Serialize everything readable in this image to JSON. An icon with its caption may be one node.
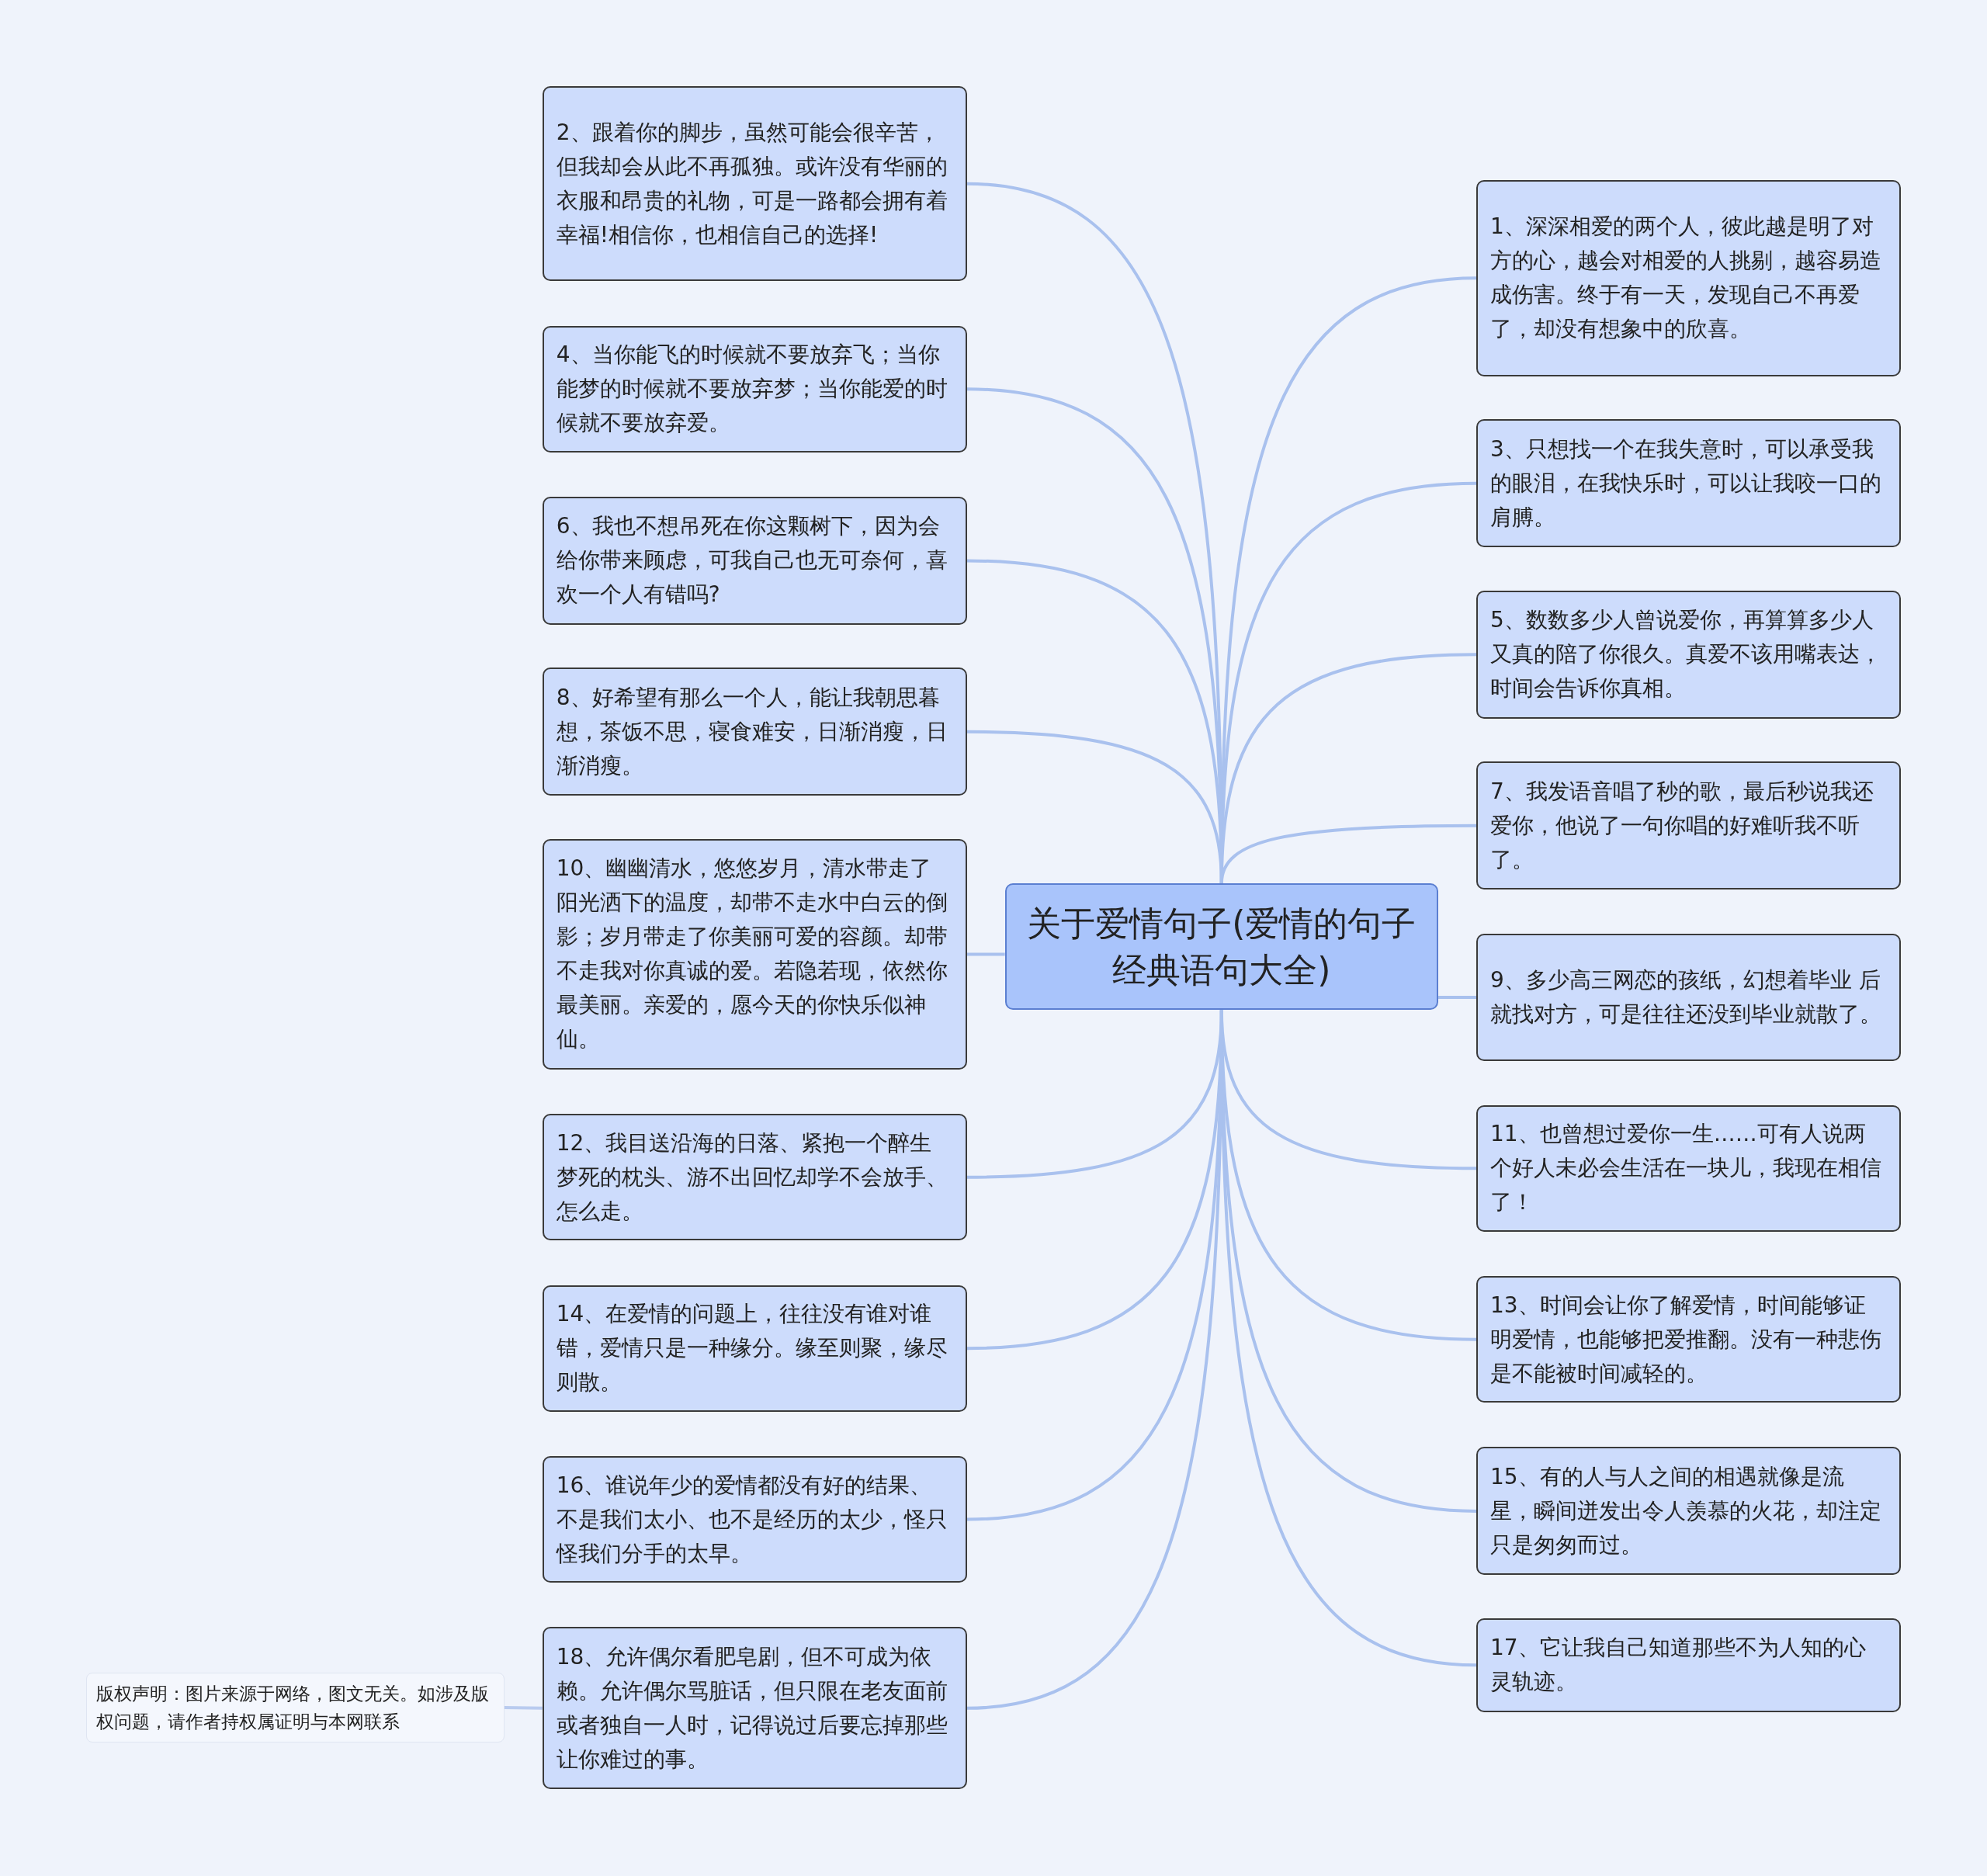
{
  "diagram": {
    "nodes": [
      {
        "text": [
          "关于爱情句子(爱情的句子经典语句大全)"
        ]
      },
      {
        "text": [
          "1、深深相爱的两个人，彼此越是明了对方的心，越会对相爱的人挑剔，越容易造成伤害。终于有一天，发现自己不再爱了，却没有想象中的欣喜。"
        ]
      },
      {
        "text": [
          "2、跟着你的脚步，虽然可能会很辛苦，但我却会从此不再孤独。或许没有华丽的衣服和昂贵的礼物，可是一路都会拥有着幸福!相信你，也相信自己的选择!"
        ]
      },
      {
        "text": [
          "3、只想找一个在我失意时，可以承受我的眼泪，在我快乐时，可以让我咬一口的肩膊。"
        ]
      },
      {
        "text": [
          "4、当你能飞的时候就不要放弃飞；当你能梦的时候就不要放弃梦；当你能爱的时候就不要放弃爱。"
        ]
      },
      {
        "text": [
          "5、数数多少人曾说爱你，再算算多少人又真的陪了你很久。真爱不该用嘴表达，时间会告诉你真相。"
        ]
      },
      {
        "text": [
          "6、我也不想吊死在你这颗树下，因为会给你带来顾虑，可我自己也无可奈何，喜欢一个人有错吗?"
        ]
      },
      {
        "text": [
          "7、我发语音唱了秒的歌，最后秒说我还爱你，他说了一句你唱的好难听我不听了。"
        ]
      },
      {
        "text": [
          "8、好希望有那么一个人，能让我朝思暮想，茶饭不思，寝食难安，日渐消瘦，日渐消瘦。"
        ]
      },
      {
        "text": [
          "9、多少高三网恋的孩纸，幻想着毕业 后就找对方，可是往往还没到毕业就散了。"
        ]
      },
      {
        "text": [
          "10、幽幽清水，悠悠岁月，清水带走了阳光洒下的温度，却带不走水中白云的倒影；岁月带走了你美丽可爱的容颜。却带不走我对你真诚的爱。若隐若现，依然你最美丽。亲爱的，愿今天的你快乐似神仙。"
        ]
      },
      {
        "text": [
          "11、也曾想过爱你一生……可有人说两个好人未必会生活在一块儿，我现在相信了！"
        ]
      },
      {
        "text": [
          "12、我目送沿海的日落、紧抱一个醉生梦死的枕头、游不出回忆却学不会放手、怎么走。"
        ]
      },
      {
        "text": [
          "13、时间会让你了解爱情，时间能够证明爱情，也能够把爱推翻。没有一种悲伤是不能被时间减轻的。"
        ]
      },
      {
        "text": [
          "14、在爱情的问题上，往往没有谁对谁错，爱情只是一种缘分。缘至则聚，缘尽则散。"
        ]
      },
      {
        "text": [
          "15、有的人与人之间的相遇就像是流星，瞬间迸发出令人羡慕的火花，却注定只是匆匆而过。"
        ]
      },
      {
        "text": [
          "16、谁说年少的爱情都没有好的结果、不是我们太小、也不是经历的太少，怪只怪我们分手的太早。"
        ]
      },
      {
        "text": [
          "17、它让我自己知道那些不为人知的心灵轨迹。"
        ]
      },
      {
        "text": [
          "18、允许偶尔看肥皂剧，但不可成为依赖。允许偶尔骂脏话，但只限在老友面前或者独自一人时，记得说过后要忘掉那些让你难过的事。"
        ]
      },
      {
        "text": [
          "版权声明：图片来源于网络，图文无关。如涉及版权问题，请作者持权属证明与本网联系"
        ]
      }
    ],
    "edges": [
      {
        "from": 0,
        "to": 1,
        "arrow": "none"
      },
      {
        "from": 0,
        "to": 2,
        "arrow": "none"
      },
      {
        "from": 0,
        "to": 3,
        "arrow": "none"
      },
      {
        "from": 0,
        "to": 4,
        "arrow": "none"
      },
      {
        "from": 0,
        "to": 5,
        "arrow": "none"
      },
      {
        "from": 0,
        "to": 6,
        "arrow": "none"
      },
      {
        "from": 0,
        "to": 7,
        "arrow": "none"
      },
      {
        "from": 0,
        "to": 8,
        "arrow": "none"
      },
      {
        "from": 0,
        "to": 9,
        "arrow": "none"
      },
      {
        "from": 0,
        "to": 10,
        "arrow": "none"
      },
      {
        "from": 0,
        "to": 11,
        "arrow": "none"
      },
      {
        "from": 0,
        "to": 12,
        "arrow": "none"
      },
      {
        "from": 0,
        "to": 13,
        "arrow": "none"
      },
      {
        "from": 0,
        "to": 14,
        "arrow": "none"
      },
      {
        "from": 0,
        "to": 15,
        "arrow": "none"
      },
      {
        "from": 0,
        "to": 16,
        "arrow": "none"
      },
      {
        "from": 0,
        "to": 17,
        "arrow": "none"
      },
      {
        "from": 0,
        "to": 18,
        "arrow": "none"
      },
      {
        "from": 18,
        "to": 19,
        "arrow": "none"
      }
    ]
  }
}
